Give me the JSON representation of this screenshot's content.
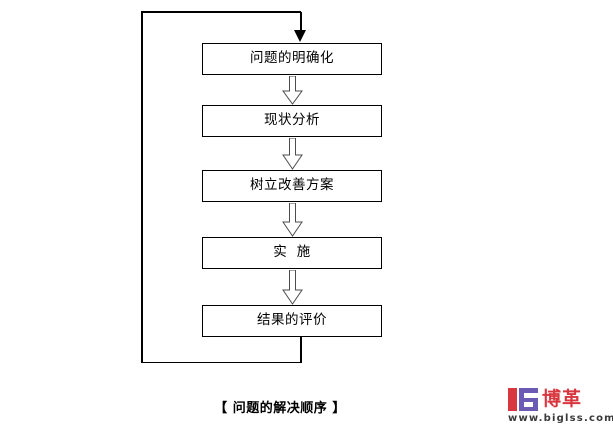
{
  "diagram": {
    "caption": "【 问题的解决顺序 】",
    "steps": [
      {
        "label": "问题的明确化"
      },
      {
        "label": "现状分析"
      },
      {
        "label": "树立改善方案"
      },
      {
        "label": "实  施"
      },
      {
        "label": "结果的评价"
      }
    ],
    "connectors": [
      {
        "type": "solid-arrow-down",
        "name": "entry-arrow"
      },
      {
        "type": "hollow-block-arrow-down",
        "name": "arrow-step1-step2"
      },
      {
        "type": "hollow-block-arrow-down",
        "name": "arrow-step2-step3"
      },
      {
        "type": "hollow-block-arrow-down",
        "name": "arrow-step3-step4"
      },
      {
        "type": "hollow-block-arrow-down",
        "name": "arrow-step4-step5"
      },
      {
        "type": "feedback-loop",
        "name": "feedback-loop-to-start"
      }
    ],
    "colors": {
      "line": "#000000",
      "box_fill": "#ffffff",
      "arrow_outline": "#000000",
      "arrow_fill": "#ffffff",
      "text": "#000000"
    }
  },
  "watermark": {
    "brand_cn_1": "博",
    "brand_cn_2": "革",
    "url": "www.biglss.com",
    "mark_red": "#d9373f",
    "mark_purple": "#6b5bb5",
    "url_color": "#3a3a3a"
  }
}
